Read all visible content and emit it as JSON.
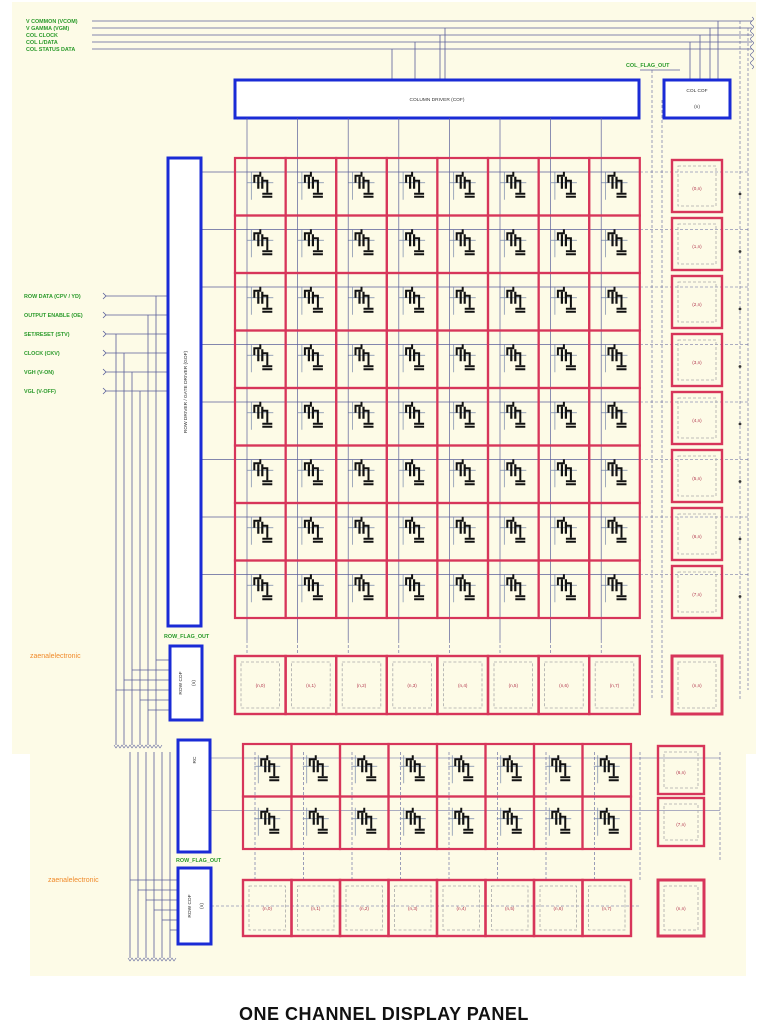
{
  "colors": {
    "gate_driver": "#1a2bd6",
    "pixel_cell": "#d7355a",
    "signal_text": "#2a9a2a",
    "watermark": "#f08a2a",
    "bus_line": "#5a5f9a",
    "background": "#fdfbe7"
  },
  "top_signals": [
    "V COMMON (VCOM)",
    "V GAMMA (VGM)",
    "COL CLOCK",
    "COL L/DATA",
    "COL STATUS DATA"
  ],
  "left_signals": [
    "ROW DATA (CPV / YD)",
    "OUTPUT ENABLE (OE)",
    "SET/RESET (STV)",
    "CLOCK (CKV)",
    "VGH (V-ON)",
    "VGL (V-OFF)"
  ],
  "column_driver": {
    "label": "COLUMN DRIVER (COF)"
  },
  "col_cof": {
    "label": "COL COF",
    "sub": "(n)"
  },
  "col_flag_out": "COL_FLAG_OUT",
  "row_driver": {
    "label": "ROW DRIVER / GATE DRIVER (GOF)"
  },
  "row_flag_out": "ROW_FLAG_OUT",
  "row_cof": {
    "label": "ROW COF",
    "sub": "(n)"
  },
  "row_cof_crop": {
    "label": "ROW COF",
    "sub": "(n)"
  },
  "row_driver_crop_label": "RC",
  "watermark": "zaenalelectronic",
  "right_cells": [
    "(0,n)",
    "(1,n)",
    "(2,n)",
    "(3,n)",
    "(4,n)",
    "(5,n)",
    "(6,n)",
    "(7,n)"
  ],
  "bottom_cells": [
    "(n,0)",
    "(n,1)",
    "(n,2)",
    "(n,3)",
    "(n,4)",
    "(n,5)",
    "(n,6)",
    "(n,7)"
  ],
  "corner_cell": "(n,n)",
  "crop_right_cells": [
    "(6,n)",
    "(7,n)"
  ],
  "caption": "ONE CHANNEL DISPLAY PANEL"
}
